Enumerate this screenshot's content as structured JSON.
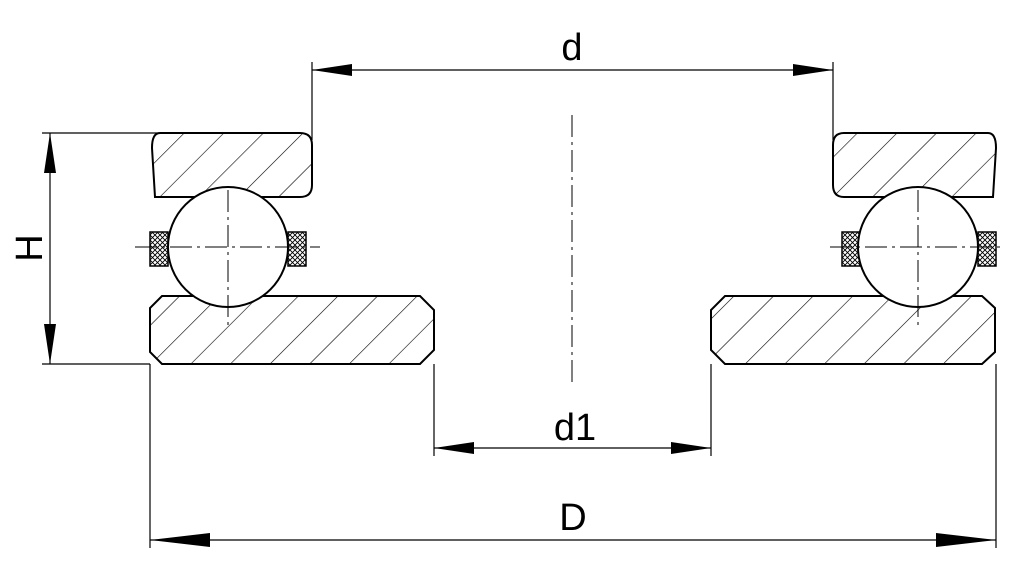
{
  "colors": {
    "line": "#000000",
    "background": "#ffffff"
  },
  "labels": {
    "d": "d",
    "d1": "d1",
    "D": "D",
    "H": "H"
  }
}
